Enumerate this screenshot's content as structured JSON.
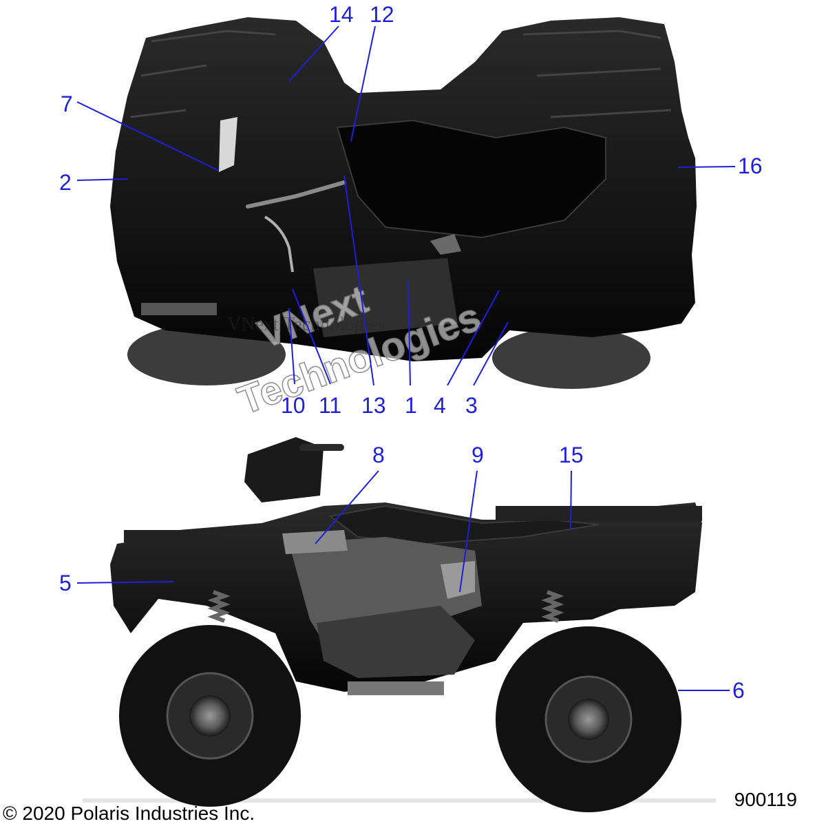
{
  "footer": {
    "copyright": "© 2020 Polaris Industries Inc.",
    "figure_id": "900119"
  },
  "watermark": {
    "line1": "VNext",
    "line2": "Technologies",
    "small": "VNext Technologies"
  },
  "callouts": {
    "c1": "1",
    "c2": "2",
    "c3": "3",
    "c4": "4",
    "c5": "5",
    "c6": "6",
    "c7": "7",
    "c8": "8",
    "c9": "9",
    "c10": "10",
    "c11": "11",
    "c12": "12",
    "c13": "13",
    "c14": "14",
    "c15": "15",
    "c16": "16"
  },
  "colors": {
    "callout": "#1f1fd6",
    "vehicle": "#141414",
    "background": "#ffffff"
  }
}
